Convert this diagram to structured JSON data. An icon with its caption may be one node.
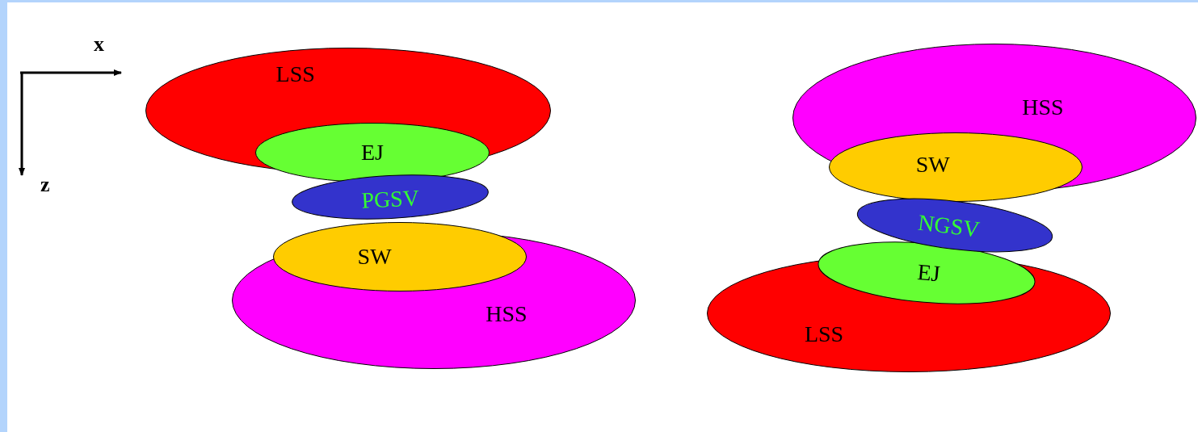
{
  "diagram": {
    "nodes": [
      {
        "text": [
          "LSS"
        ]
      },
      {
        "text": [
          "EJ"
        ]
      },
      {
        "text": [
          "PGSV"
        ]
      },
      {
        "text": [
          "SW"
        ]
      },
      {
        "text": [
          "HSS"
        ]
      },
      {
        "text": [
          "HSS"
        ]
      },
      {
        "text": [
          "SW"
        ]
      },
      {
        "text": [
          "NGSV"
        ]
      },
      {
        "text": [
          "EJ"
        ]
      },
      {
        "text": [
          "LSS"
        ]
      }
    ],
    "labels": [
      "x",
      "z"
    ]
  }
}
